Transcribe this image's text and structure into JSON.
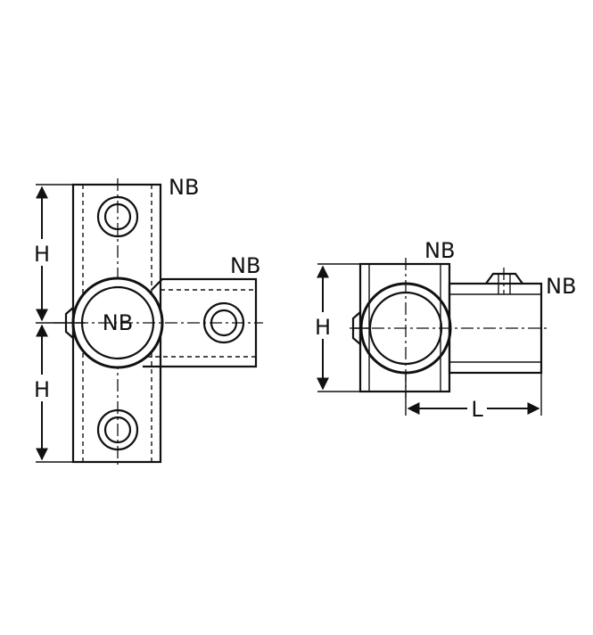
{
  "left_view": {
    "label_nb_top": "NB",
    "label_nb_branch": "NB",
    "label_nb_center": "NB",
    "label_h_upper": "H",
    "label_h_lower": "H"
  },
  "right_view": {
    "label_nb_top": "NB",
    "label_nb_side": "NB",
    "label_h": "H",
    "label_l": "L"
  }
}
